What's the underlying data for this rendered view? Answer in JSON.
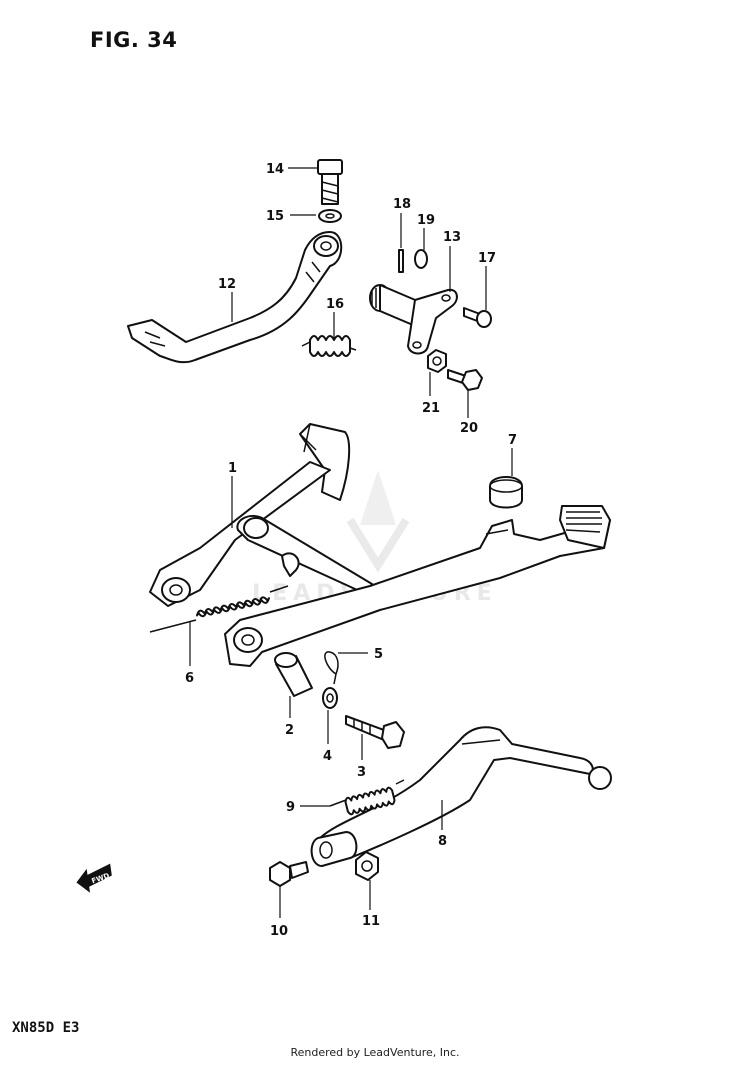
{
  "figure": {
    "title": "FIG. 34",
    "model": "XN85D  E3",
    "credit": "Rendered by LeadVenture, Inc."
  },
  "watermark": {
    "text": "LEADVENTURE"
  },
  "fwd_label": "FWD",
  "callouts": {
    "c1": "1",
    "c2": "2",
    "c3": "3",
    "c4": "4",
    "c5": "5",
    "c6": "6",
    "c7": "7",
    "c8": "8",
    "c9": "9",
    "c10": "10",
    "c11": "11",
    "c12": "12",
    "c13": "13",
    "c14": "14",
    "c15": "15",
    "c16": "16",
    "c17": "17",
    "c18": "18",
    "c19": "19",
    "c20": "20",
    "c21": "21"
  }
}
